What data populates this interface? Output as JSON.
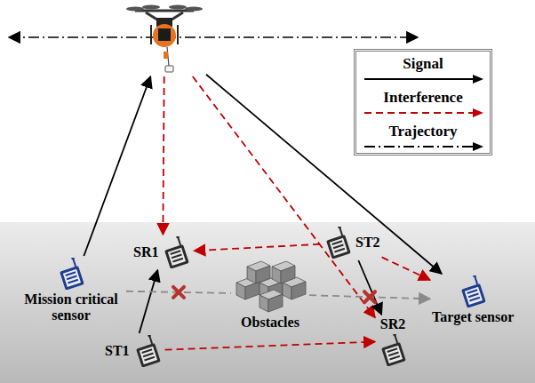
{
  "diagram": {
    "nodes": [
      {
        "text": []
      },
      {
        "text": [
          "SR1"
        ]
      },
      {
        "text": [
          "ST2"
        ]
      },
      {
        "text": [
          "Obstacles"
        ]
      },
      {
        "text": [
          "Mission critical sensor"
        ]
      },
      {
        "text": [
          "ST1"
        ]
      },
      {
        "text": [
          "Target sensor"
        ]
      },
      {
        "text": [
          "SR2"
        ]
      }
    ],
    "edges": [
      {
        "from": 4,
        "to": 0,
        "arrow": "to"
      },
      {
        "from": 0,
        "to": 6,
        "arrow": "to"
      },
      {
        "from": 0,
        "to": 1,
        "arrow": "to"
      },
      {
        "from": 0,
        "to": 7,
        "arrow": "to"
      },
      {
        "from": 5,
        "to": 1,
        "arrow": "to"
      },
      {
        "from": 2,
        "to": 7,
        "arrow": "to"
      },
      {
        "from": 2,
        "to": 1,
        "arrow": "to"
      },
      {
        "from": 2,
        "to": 6,
        "arrow": "to"
      },
      {
        "from": 5,
        "to": 7,
        "arrow": "to"
      },
      {
        "from": 4,
        "to": 3,
        "arrow": "none"
      },
      {
        "from": 3,
        "to": 6,
        "arrow": "to"
      }
    ],
    "legend": [
      {
        "text": "Signal"
      },
      {
        "text": "Interference"
      },
      {
        "text": "Trajectory"
      }
    ]
  }
}
